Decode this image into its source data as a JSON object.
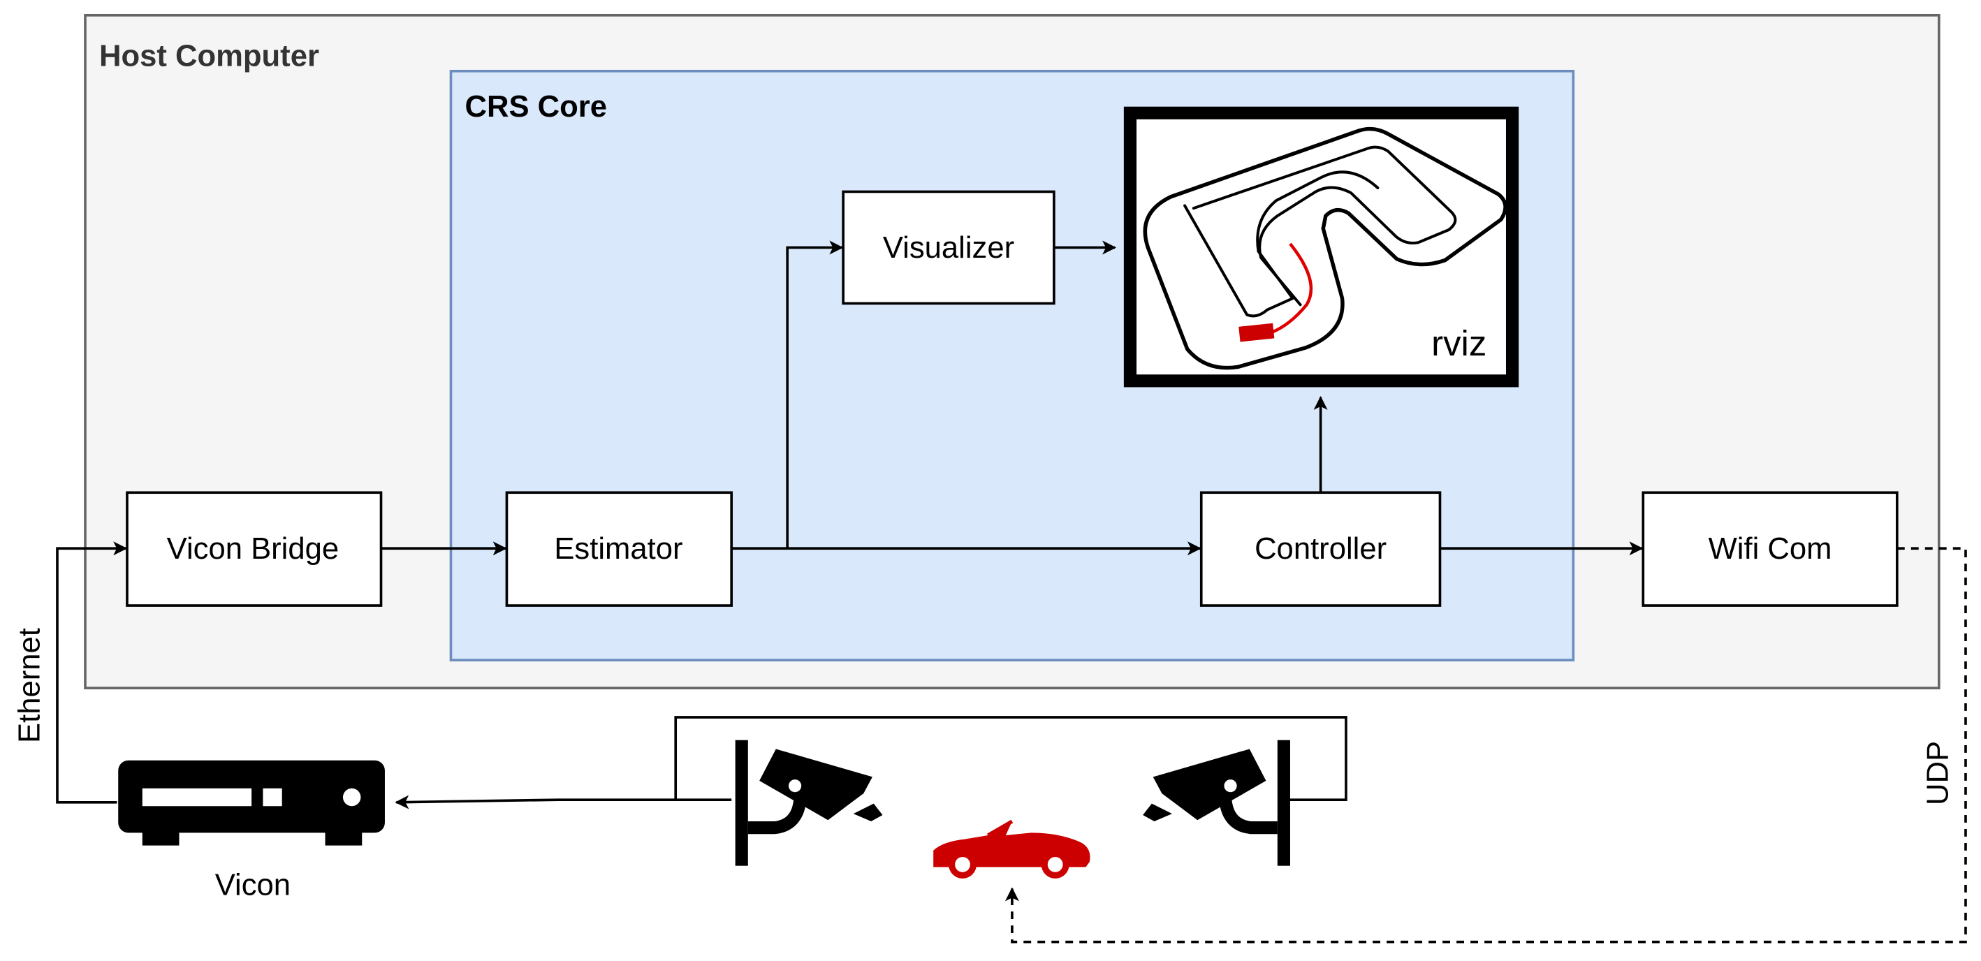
{
  "groups": {
    "host_computer": "Host Computer",
    "crs_core": "CRS Core"
  },
  "nodes": {
    "vicon_bridge": "Vicon Bridge",
    "estimator": "Estimator",
    "visualizer": "Visualizer",
    "controller": "Controller",
    "wifi_com": "Wifi Com"
  },
  "display": {
    "label": "rviz"
  },
  "devices": {
    "vicon": "Vicon"
  },
  "links": {
    "ethernet": "Ethernet",
    "udp": "UDP"
  },
  "colors": {
    "host_fill": "#f5f5f5",
    "host_stroke": "#666666",
    "core_fill": "#dae8fc",
    "core_stroke": "#6c8ebf",
    "car": "#cc0000",
    "trajectory": "#e00000"
  },
  "icons": {
    "vicon_device": "vicon-receiver-icon",
    "camera_left": "security-camera-icon",
    "camera_right": "security-camera-icon",
    "car": "convertible-car-icon",
    "screen": "rviz-track-screen"
  }
}
